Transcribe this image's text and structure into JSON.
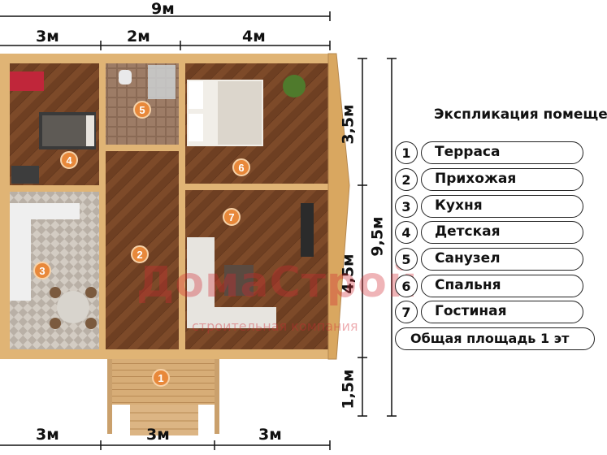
{
  "dimensions": {
    "total_width": "9м",
    "top_left": "3м",
    "top_middle": "2м",
    "top_right": "4м",
    "bottom_left": "3м",
    "bottom_middle": "3м",
    "bottom_right": "3м",
    "right_total": "9,5м",
    "right_upper": "3,5м",
    "right_lower": "4,5м",
    "right_porch": "1,5м"
  },
  "rooms": [
    {
      "number": "1",
      "name": "Терраса"
    },
    {
      "number": "2",
      "name": "Прихожая"
    },
    {
      "number": "3",
      "name": "Кухня"
    },
    {
      "number": "4",
      "name": "Детская"
    },
    {
      "number": "5",
      "name": "Санузел"
    },
    {
      "number": "6",
      "name": "Спальня"
    },
    {
      "number": "7",
      "name": "Гостиная"
    }
  ],
  "legend": {
    "title": "Экспликация помеще",
    "total_label": "Общая площадь 1 эт"
  },
  "watermark": {
    "brand": "ДомаСтрой",
    "sub": "строительная компания"
  },
  "colors": {
    "wall": "#d9a760",
    "floor_wood": "#7a4a2a",
    "tile": "#c9c2b8",
    "marker": "#e8883a"
  }
}
